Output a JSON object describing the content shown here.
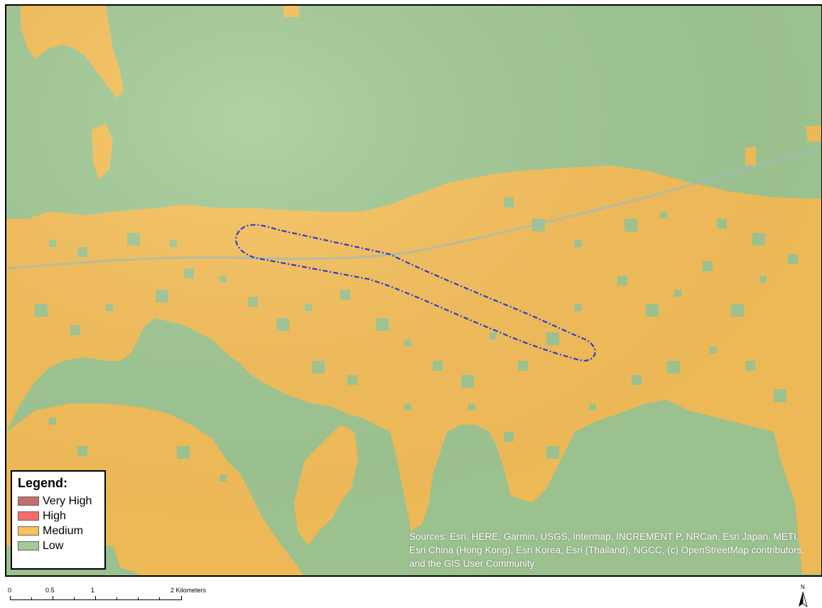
{
  "map": {
    "colors": {
      "low": "#a3cb96",
      "medium": "#f9c25b",
      "high": "#f76b6b",
      "very_high": "#c66e6e",
      "outline": "#2a3ecf",
      "road": "#9fb9bf"
    }
  },
  "legend": {
    "title": "Legend:",
    "items": [
      {
        "label": "Very High",
        "color": "#c66e6e"
      },
      {
        "label": "High",
        "color": "#f76b6b"
      },
      {
        "label": "Medium",
        "color": "#f9c25b"
      },
      {
        "label": "Low",
        "color": "#a3cb96"
      }
    ]
  },
  "attribution": {
    "text": "Sources: Esri, HERE, Garmin, USGS, Intermap, INCREMENT P, NRCan, Esri Japan, METI, Esri China (Hong Kong), Esri Korea, Esri (Thailand), NGCC, (c) OpenStreetMap contributors, and the GIS User Community"
  },
  "scale_bar": {
    "labels": [
      "0",
      "0.5",
      "1",
      "2 Kilometers"
    ]
  },
  "north_arrow": {
    "label": "N"
  }
}
